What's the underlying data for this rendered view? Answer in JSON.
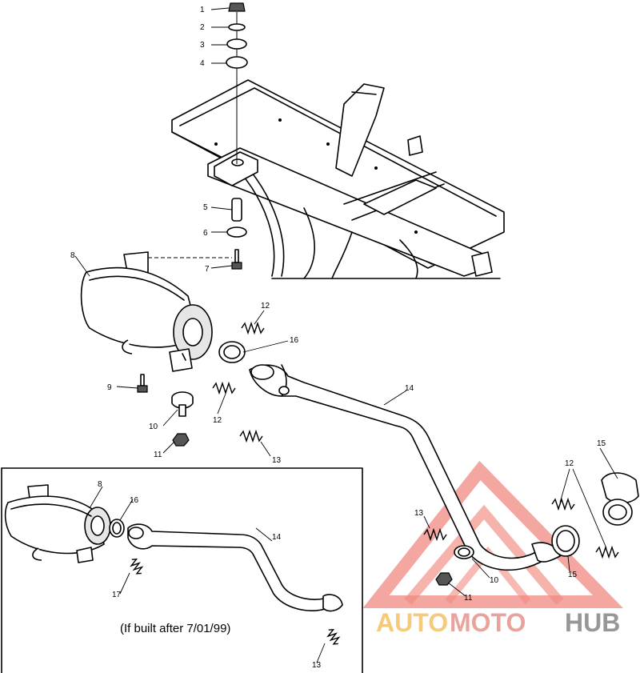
{
  "diagram": {
    "main_callouts": [
      "1",
      "2",
      "3",
      "4",
      "5",
      "6",
      "7",
      "8",
      "9",
      "10",
      "11",
      "12",
      "12",
      "12",
      "13",
      "13",
      "14",
      "15",
      "15",
      "16"
    ],
    "inset_callouts": [
      "8",
      "16",
      "14",
      "17",
      "13"
    ],
    "inset_note": "(If built after 7/01/99)"
  },
  "watermark": {
    "part1": "AUTO",
    "part2": "MOTO",
    "part3": "HUB",
    "colors": {
      "triangle": "#f08a80",
      "auto": "#f5c56e",
      "moto": "#e89a92",
      "hub": "#8c8c8c"
    }
  }
}
